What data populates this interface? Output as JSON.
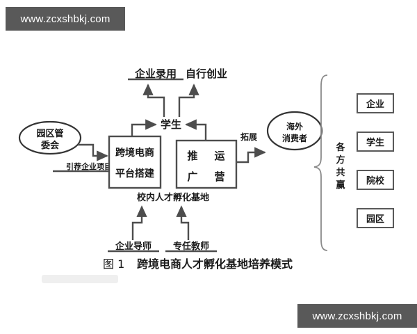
{
  "watermarks": {
    "top_text": "www.zcxshbkj.com",
    "bottom_text": "www.zcxshbkj.com",
    "background_color": "#595959",
    "text_color": "#ffffff"
  },
  "figure": {
    "caption_number": "图 1",
    "caption_title": "跨境电商人才孵化基地培养模式"
  },
  "diagram": {
    "outcomes": [
      {
        "id": "outcome-employment",
        "label": "企业录用"
      },
      {
        "id": "outcome-startup",
        "label": "自行创业"
      }
    ],
    "student_node": {
      "label": "学生"
    },
    "source_node": {
      "line1": "园区管",
      "line2": "委会"
    },
    "source_edge_label": "引荐企业项目",
    "platform_box": {
      "line1": "跨境电商",
      "line2": "平台搭建"
    },
    "operations_box": {
      "cell_tl": "推",
      "cell_tr": "运",
      "cell_bl": "广",
      "cell_br": "营"
    },
    "base_label": "校内人才孵化基地",
    "expand_edge_label": "拓展",
    "consumer_node": {
      "line1": "海外",
      "line2": "消费者"
    },
    "mentors": [
      {
        "id": "mentor-enterprise",
        "label": "企业导师"
      },
      {
        "id": "mentor-teacher",
        "label": "专任教师"
      }
    ],
    "winwin_label_chars": [
      "各",
      "方",
      "共",
      "赢"
    ],
    "stakeholders": [
      {
        "id": "stakeholder-enterprise",
        "label": "企业"
      },
      {
        "id": "stakeholder-student",
        "label": "学生"
      },
      {
        "id": "stakeholder-college",
        "label": "院校"
      },
      {
        "id": "stakeholder-park",
        "label": "园区"
      }
    ]
  }
}
